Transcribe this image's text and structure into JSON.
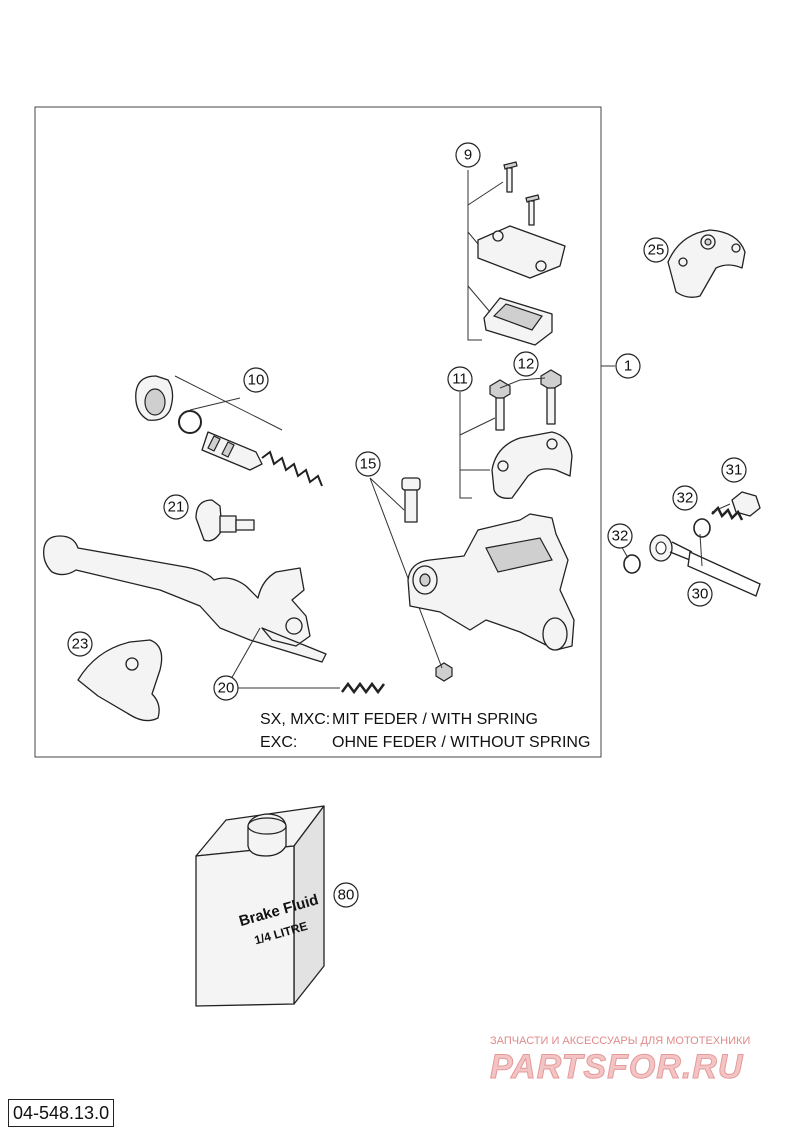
{
  "callouts": [
    {
      "label": "1"
    },
    {
      "label": "9"
    },
    {
      "label": "10"
    },
    {
      "label": "11"
    },
    {
      "label": "12"
    },
    {
      "label": "15"
    },
    {
      "label": "20"
    },
    {
      "label": "21"
    },
    {
      "label": "23"
    },
    {
      "label": "25"
    },
    {
      "label": "30"
    },
    {
      "label": "31"
    },
    {
      "label": "32"
    },
    {
      "label": "32"
    },
    {
      "label": "80"
    }
  ],
  "notes": {
    "line1_models": "SX, MXC:",
    "line1_text": "MIT FEDER / WITH SPRING",
    "line2_models": "EXC:",
    "line2_text": "OHNE FEDER / WITHOUT SPRING"
  },
  "fluid_can": {
    "line1": "Brake Fluid",
    "line2": "1/4 LITRE"
  },
  "watermark": {
    "tagline": "ЗАПЧАСТИ И АКСЕССУАРЫ ДЛЯ МОТОТЕХНИКИ",
    "brand": "PARTSFOR.RU"
  },
  "catalog_number": "04-548.13.0"
}
